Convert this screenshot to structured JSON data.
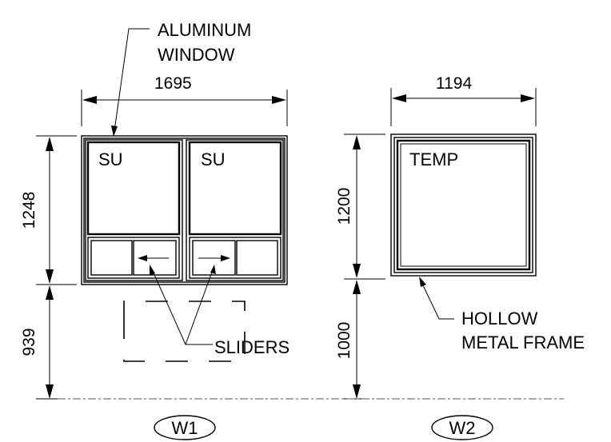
{
  "callouts": {
    "aluminum_window_line1": "ALUMINUM",
    "aluminum_window_line2": "WINDOW",
    "sliders": "SLIDERS",
    "hollow_line1": "HOLLOW",
    "hollow_line2": "METAL FRAME"
  },
  "w1": {
    "width_dim": "1695",
    "height_dim": "1248",
    "sill_dim": "939",
    "pane_left": "SU",
    "pane_right": "SU",
    "tag": "W1"
  },
  "w2": {
    "width_dim": "1194",
    "height_dim": "1200",
    "sill_dim": "1000",
    "pane": "TEMP",
    "tag": "W2"
  }
}
